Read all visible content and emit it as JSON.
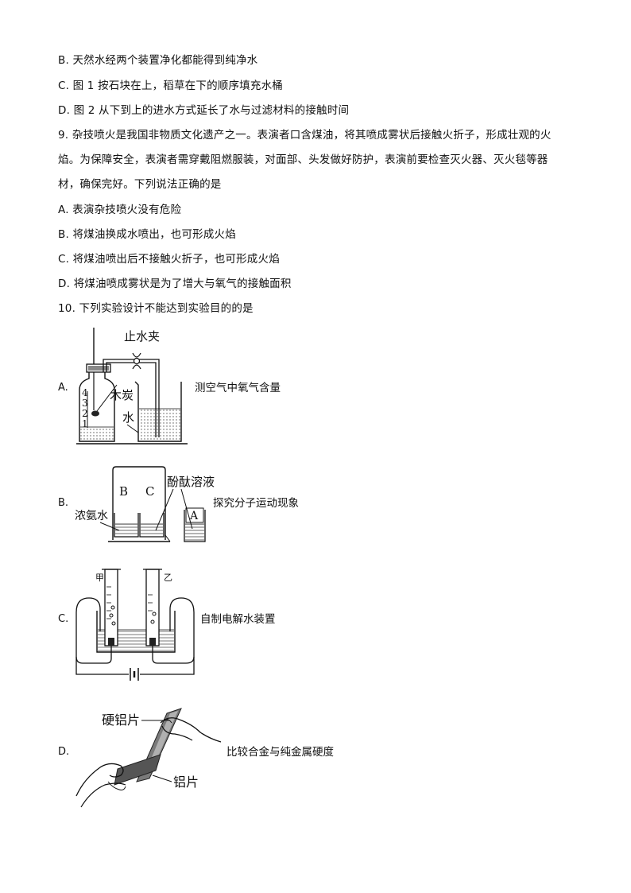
{
  "q8": {
    "options": [
      "B. 天然水经两个装置净化都能得到纯净水",
      "C. 图 1 按石块在上，稻草在下的顺序填充水桶",
      "D. 图 2 从下到上的进水方式延长了水与过滤材料的接触时间"
    ]
  },
  "q9": {
    "stem_lines": [
      "9. 杂技喷火是我国非物质文化遗产之一。表演者口含煤油，将其喷成雾状后接触火折子，形成壮观的火",
      "焰。为保障安全，表演者需穿戴阻燃服装，对面部、头发做好防护，表演前要检查灭火器、灭火毯等器",
      "材，确保完好。下列说法正确的是"
    ],
    "options": [
      "A. 表演杂技喷火没有危险",
      "B. 将煤油换成水喷出，也可形成火焰",
      "C. 将煤油喷出后不接触火折子，也可形成火焰",
      "D. 将煤油喷成雾状是为了增大与氧气的接触面积"
    ]
  },
  "q10": {
    "stem": "10. 下列实验设计不能达到实验目的的是",
    "options": [
      {
        "letter": "A.",
        "caption": "测空气中氧气含量",
        "labels": {
          "clamp": "止水夹",
          "charcoal": "木炭",
          "water": "水",
          "scale": [
            "4",
            "3",
            "2",
            "1"
          ]
        }
      },
      {
        "letter": "B.",
        "caption": "探究分子运动现象",
        "labels": {
          "phenol": "酚酞溶液",
          "ammonia": "浓氨水",
          "cups": [
            "B",
            "C",
            "A"
          ]
        }
      },
      {
        "letter": "C.",
        "caption": "自制电解水装置",
        "labels": {
          "left": "甲",
          "right": "乙"
        }
      },
      {
        "letter": "D.",
        "caption": "比较合金与纯金属硬度",
        "labels": {
          "hard": "硬铝片",
          "soft": "铝片"
        }
      }
    ]
  }
}
